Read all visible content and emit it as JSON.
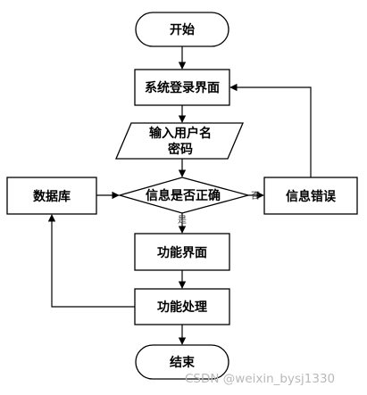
{
  "nodes": {
    "start": "开始",
    "login": "系统登录界面",
    "input_line1": "输入用户名",
    "input_line2": "密码",
    "decision": "信息是否正确",
    "database": "数据库",
    "error": "信息错误",
    "function_page": "功能界面",
    "function_process": "功能处理",
    "end": "结束"
  },
  "edge_labels": {
    "no": "否",
    "yes": "是"
  },
  "watermark": "CSDN @weixin_bysj1330"
}
